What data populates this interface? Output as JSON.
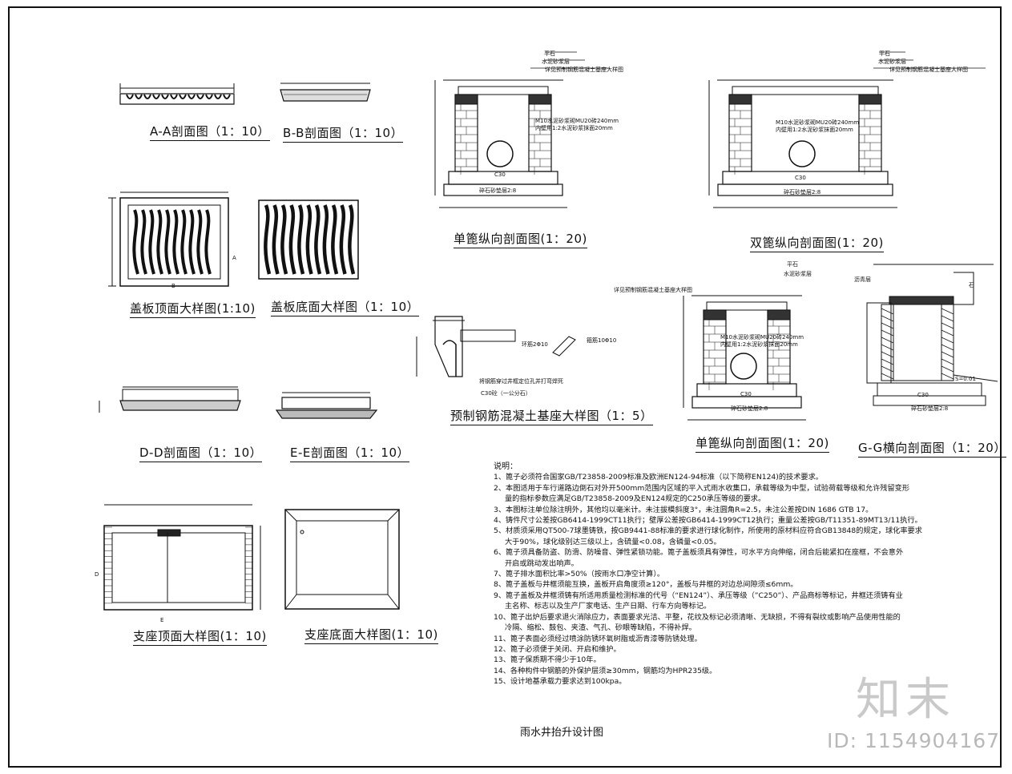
{
  "drawing": {
    "title": "雨水井抬升设计图"
  },
  "titles": {
    "aa": "A-A剖面图（1：10）",
    "bb": "B-B剖面图（1：10）",
    "cover_top": "盖板顶面大样图(1:10)",
    "cover_bottom": "盖板底面大样图（1：10）",
    "dd": "D-D剖面图（1：10）",
    "ee": "E-E剖面图（1：10）",
    "seat_top": "支座顶面大样图(1：10)",
    "seat_bottom": "支座底面大样图(1：10)",
    "single_long_1": "单篦纵向剖面图(1：20)",
    "double_long": "双篦纵向剖面图(1：20)",
    "precast": "预制钢筋混凝土基座大样图（1：5）",
    "single_long_2": "单篦纵向剖面图(1：20)",
    "gg": "G-G横向剖面图（1：20）"
  },
  "labels": {
    "flat": "平石",
    "cement_layer": "水泥砂浆层",
    "see_precast": "详见预制钢筋混凝土基座大样图",
    "wall_note_1": "M10水泥砂浆砌MU20砖240mm",
    "wall_note_2": "内壁用1:2水泥砂浆抹面20mm",
    "c30": "C30",
    "gravel": "碎石砂垫层2:8",
    "ring_bar": "环筋2Φ10",
    "vert_bar": "箍筋10Φ10",
    "rebar_note": "将钢筋穿过井框定位孔并打弯焊死",
    "c30_stone": "C30砼（一公分石）",
    "asphalt": "沥青层",
    "stone": "石",
    "slope": "S=0.01",
    "sec_a": "A",
    "sec_b": "B",
    "sec_d": "D",
    "sec_e": "E"
  },
  "notes": {
    "heading": "说明：",
    "items": [
      "1、篦子必须符合国家GB/T23858-2009标准及欧洲EN124-94标准（以下简称EN124)的技术要求。",
      "2、本图适用于车行道路边倒石对外开500mm范围内区域的平入式雨水收集口，承载等级为中型，试验荷载等级和允许残留变形",
      "量的指标参数应满足GB/T23858-2009及EN124规定的C250承压等级的要求。",
      "3、本图标注单位除注明外，其他均以毫米计。未注拔模斜度3°，未注圆角R=2.5，未注公差按DIN 1686 GTB 17。",
      "4、铸件尺寸公差按GB6414-1999CT11执行；壁厚公差按GB6414-1999CT12执行；重量公差按GB/T11351-89MT13/11执行。",
      "5、材质须采用QT500-7球墨铸铁，按GB9441-88标准的要求进行球化制作，所使用的原材料应符合GB13848的规定，球化率要求",
      "大于90%，球化级别达三级以上，含硫量<0.08，含磷量<0.05。",
      "6、篦子须具备防盗、防滑、防噪音、弹性紧锁功能。篦子盖板须具有弹性，可水平方向伸缩，闭合后能紧扣在座框，不会意外",
      "开启或跳动发出响声。",
      "7、篦子排水面积比率>50%（按雨水口净空计算）。",
      "8、篦子盖板与井框须能互换，盖板开启角度须≥120°，盖板与井框的对边总间隙须≤6mm。",
      "9、篦子盖板及井框须铸有所适用质量检测标准的代号（“EN124”）、承压等级（”C250”）、产品商标等标记，井框还须铸有业",
      "主名称、标志以及生产厂家电话、生产日期、行车方向等标记。",
      "10、篦子出炉后要求退火消除应力，表面要求光洁、平整，花纹及标记必须清晰、无缺损，不得有裂纹或影响产品使用性能的",
      "冷隔、缩松、鼓包、夹渣、气孔、砂眼等缺陷，不得补焊。",
      "11、篦子表面必须经过喷涂防锈环氧树脂或沥青漆等防锈处理。",
      "12、篦子必须便于关闭、开启和维护。",
      "13、篦子保质期不得少于10年。",
      "14、各种构件中钢筋的外保护层须≥30mm，钢筋均为HPR235级。",
      "15、设计地基承载力要求达到100kpa。"
    ]
  },
  "watermark": {
    "logo": "知末",
    "id": "ID: 1154904167"
  },
  "colors": {
    "line": "#111111",
    "hatch": "#333333",
    "watermark": "#c8c8c8"
  }
}
